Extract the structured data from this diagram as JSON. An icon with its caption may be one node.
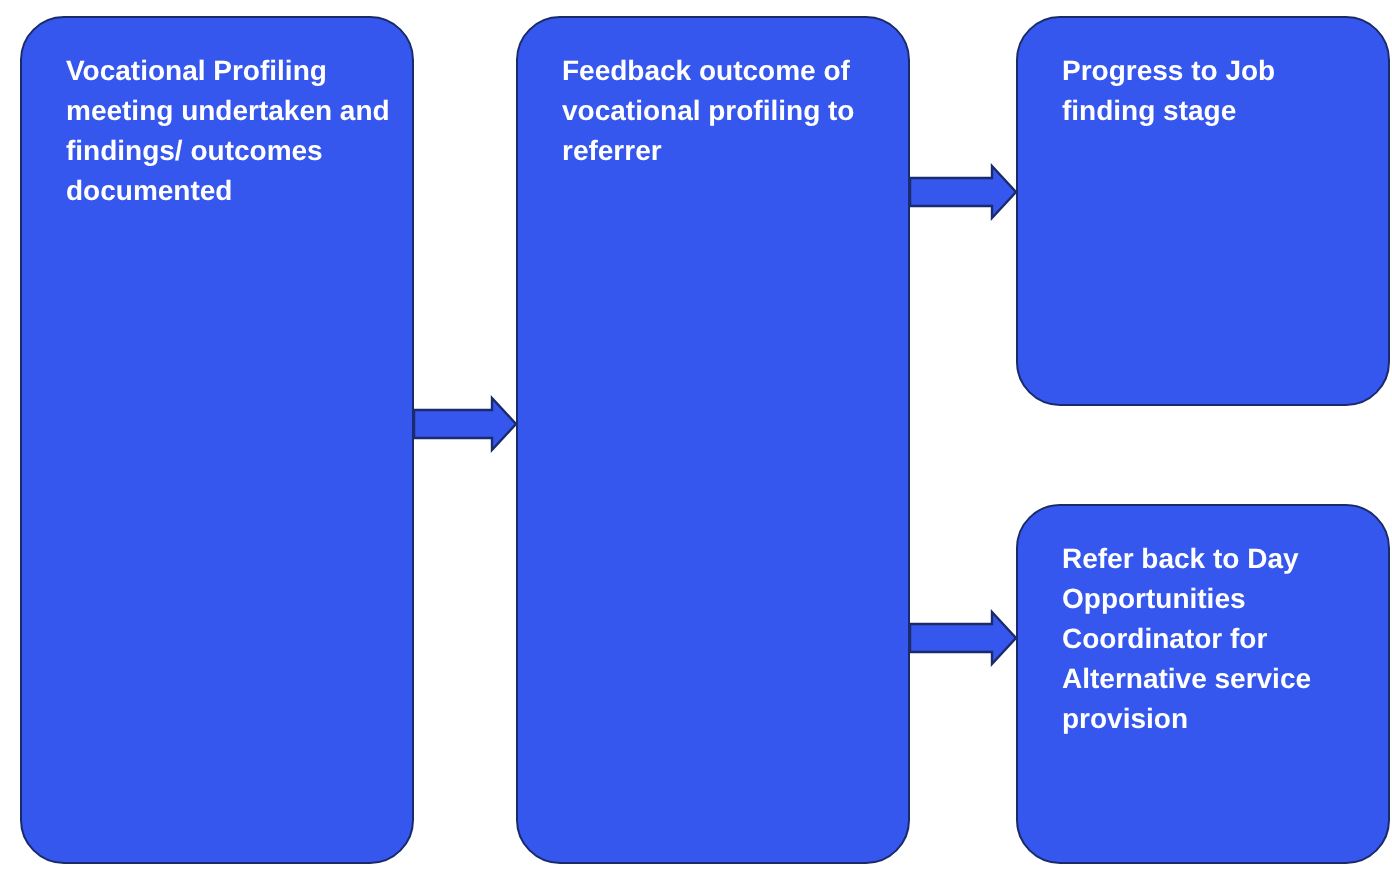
{
  "diagram": {
    "nodes": [
      {
        "text": [
          "Vocational Profiling meeting undertaken and findings/ outcomes documented"
        ]
      },
      {
        "text": [
          "Feedback outcome of vocational profiling to referrer"
        ]
      },
      {
        "text": [
          "Progress to Job finding stage"
        ]
      },
      {
        "text": [
          "Refer back to Day Opportunities Coordinator for Alternative service provision"
        ]
      }
    ],
    "edges": [
      {
        "from": 0,
        "to": 1,
        "arrow": "to"
      },
      {
        "from": 1,
        "to": 2,
        "arrow": "to"
      },
      {
        "from": 1,
        "to": 3,
        "arrow": "to"
      }
    ]
  }
}
